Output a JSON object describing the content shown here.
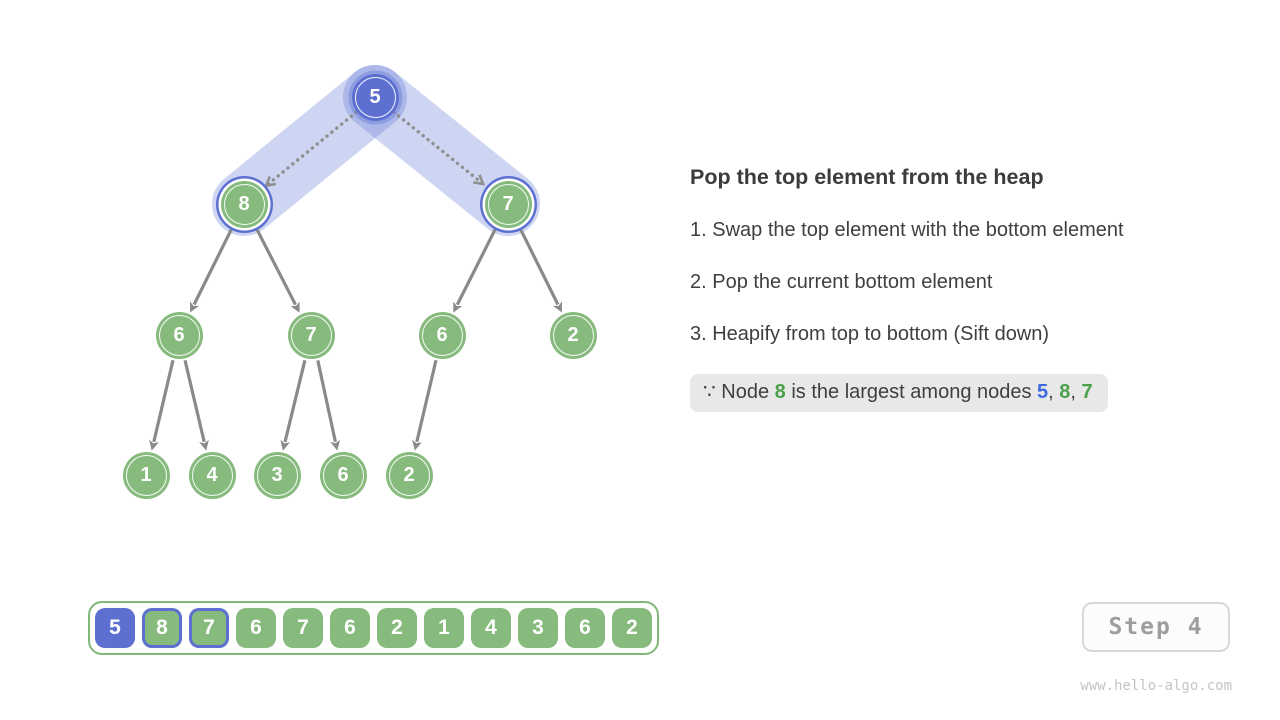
{
  "page": {
    "watermark": "www.hello-algo.com"
  },
  "panel": {
    "title": "Pop the top element from the heap",
    "steps": [
      "1. Swap the top element with the bottom element",
      "2. Pop the current bottom element",
      "3. Heapify from top to bottom (Sift down)"
    ],
    "note": {
      "prefix": "∵ Node ",
      "subject": "8",
      "middle": " is the largest among nodes ",
      "n1": "5",
      "sep1": ", ",
      "n2": "8",
      "sep2": ", ",
      "n3": "7"
    }
  },
  "tree": {
    "nodes": [
      {
        "value": "5",
        "role": "root-blue-highlight"
      },
      {
        "value": "8",
        "role": "swap-candidate"
      },
      {
        "value": "7",
        "role": "swap-candidate"
      },
      {
        "value": "6",
        "role": "normal"
      },
      {
        "value": "7",
        "role": "normal"
      },
      {
        "value": "6",
        "role": "normal"
      },
      {
        "value": "2",
        "role": "normal"
      },
      {
        "value": "1",
        "role": "normal"
      },
      {
        "value": "4",
        "role": "normal"
      },
      {
        "value": "3",
        "role": "normal"
      },
      {
        "value": "6",
        "role": "normal"
      },
      {
        "value": "2",
        "role": "normal"
      }
    ],
    "solid_edges": [
      [
        1,
        3
      ],
      [
        1,
        4
      ],
      [
        2,
        5
      ],
      [
        2,
        6
      ],
      [
        3,
        7
      ],
      [
        3,
        8
      ],
      [
        4,
        9
      ],
      [
        4,
        10
      ],
      [
        5,
        11
      ]
    ],
    "swap_arrows": [
      [
        0,
        1
      ],
      [
        0,
        2
      ]
    ]
  },
  "array": {
    "cells": [
      {
        "value": "5",
        "state": "blue-fill"
      },
      {
        "value": "8",
        "state": "blue-border"
      },
      {
        "value": "7",
        "state": "blue-border"
      },
      {
        "value": "6",
        "state": "normal"
      },
      {
        "value": "7",
        "state": "normal"
      },
      {
        "value": "6",
        "state": "normal"
      },
      {
        "value": "2",
        "state": "normal"
      },
      {
        "value": "1",
        "state": "normal"
      },
      {
        "value": "4",
        "state": "normal"
      },
      {
        "value": "3",
        "state": "normal"
      },
      {
        "value": "6",
        "state": "normal"
      },
      {
        "value": "2",
        "state": "normal"
      }
    ]
  },
  "step_indicator": {
    "label": "Step 4"
  },
  "colors": {
    "node_green": "#86bb7d",
    "node_blue": "#5d70d2",
    "swap_band": "#ced5f2",
    "arrow_gray": "#8a8a8a",
    "note_bg": "#e8e8e8",
    "note_blue": "#3c6bdf",
    "note_green": "#4aa14a",
    "text_dark": "#3d3d3d",
    "step_gray": "#9d9d9d"
  }
}
